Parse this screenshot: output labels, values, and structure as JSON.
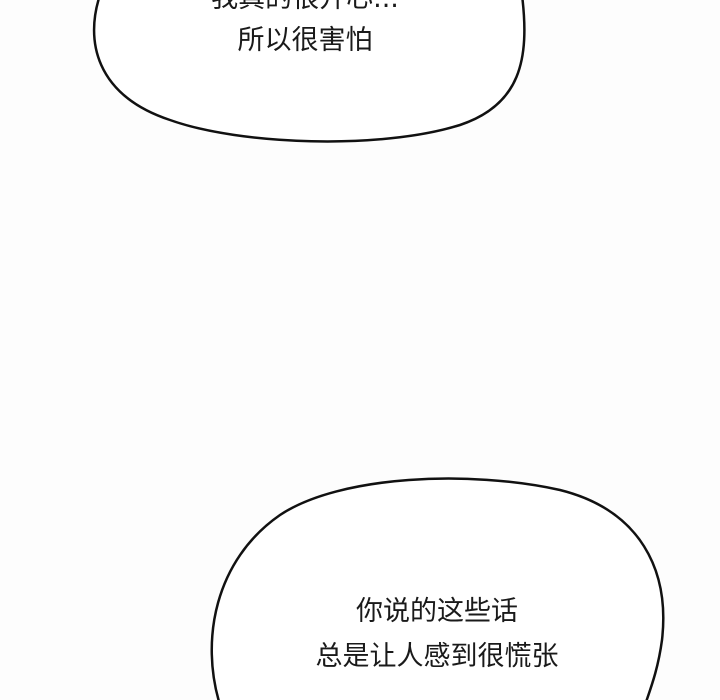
{
  "panels": [
    {
      "lines": [
        "我真的很开心...",
        "所以很害怕"
      ]
    },
    {
      "lines": [
        "你说的这些话",
        "总是让人感到很慌张"
      ]
    }
  ],
  "colors": {
    "background": "#fdfdfd",
    "outline": "#111111",
    "text": "#1a1a1a"
  }
}
